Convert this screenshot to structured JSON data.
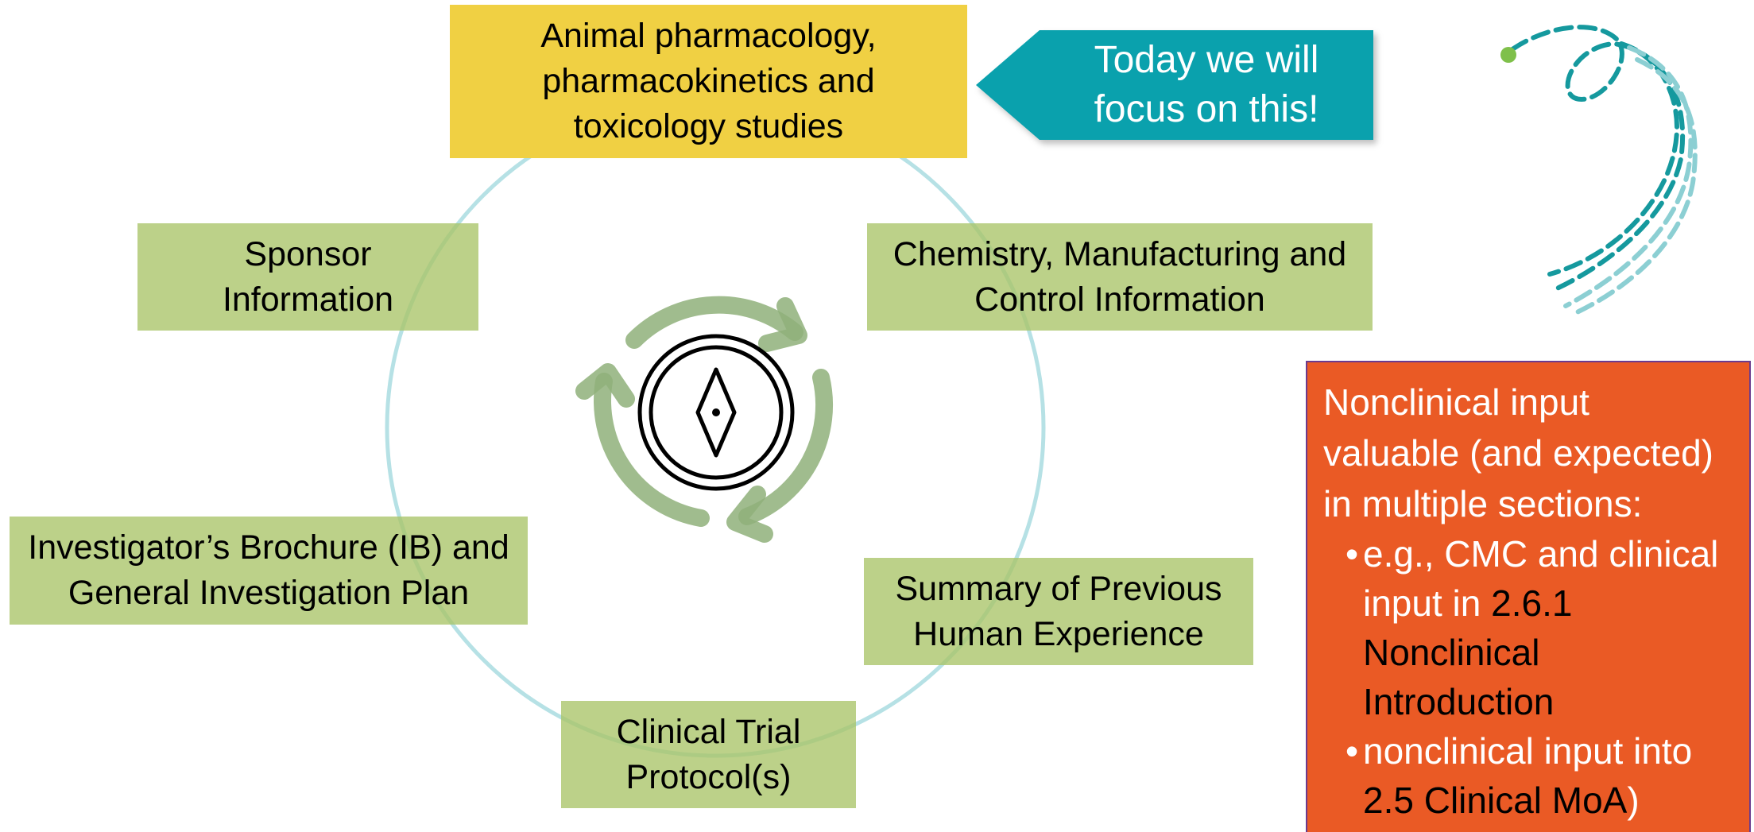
{
  "diagram": {
    "top_box": "Animal pharmacology,\npharmacokinetics and\ntoxicology studies",
    "boxes": {
      "sponsor": "Sponsor\nInformation",
      "cmc": "Chemistry, Manufacturing and\nControl Information",
      "brochure": "Investigator’s Brochure (IB) and\nGeneral Investigation Plan",
      "previous": "Summary of Previous\nHuman Experience",
      "protocol": "Clinical Trial\nProtocol(s)"
    },
    "center_icon": "compass-with-cycle-arrows-icon"
  },
  "callout": {
    "text": "Today we will\nfocus on this!"
  },
  "note": {
    "intro": "Nonclinical input valuable (and expected) in multiple sections:",
    "bullets": [
      {
        "bullet": "•",
        "prefix": "e.g., CMC and clinical input in ",
        "ref": "2.6.1 Nonclinical Introduction",
        "suffix": ""
      },
      {
        "bullet": "•",
        "prefix": "nonclinical input into ",
        "ref": "2.5 Clinical MoA",
        "suffix": ")"
      }
    ]
  },
  "colors": {
    "green_box": "#a9c468",
    "yellow_box": "#f0d043",
    "callout": "#0aa1ad",
    "note": "#ea5a25",
    "ring": "#9ed7dc",
    "cycle_arrows": "#8fb07a",
    "swirl_dark": "#15999e",
    "swirl_light": "#8ccfd3",
    "swirl_dot": "#7fc04a"
  }
}
